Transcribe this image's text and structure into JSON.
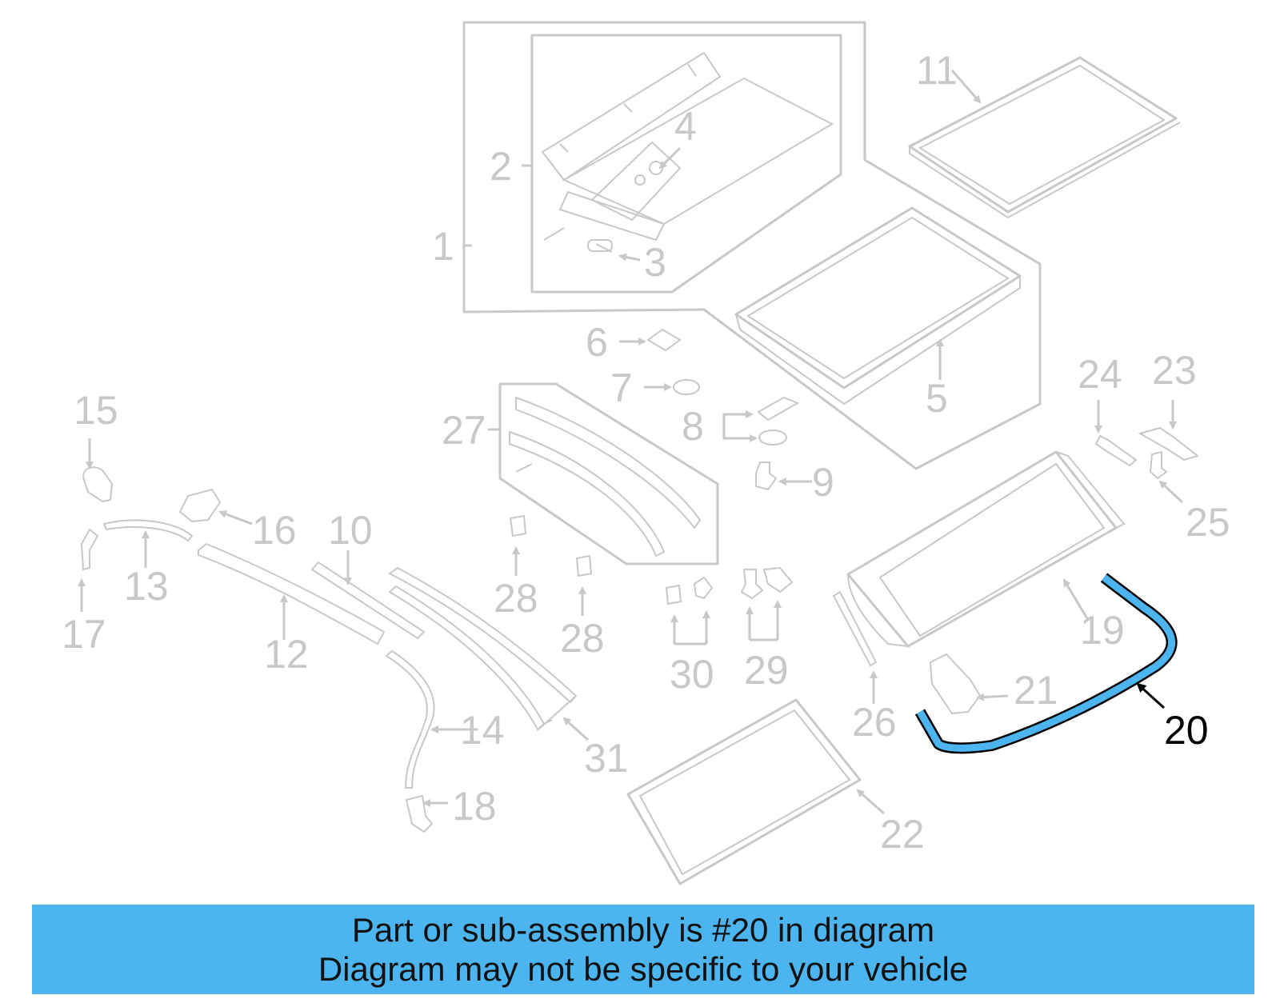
{
  "diagram": {
    "labels": [
      "1",
      "2",
      "3",
      "4",
      "5",
      "6",
      "7",
      "8",
      "9",
      "10",
      "11",
      "12",
      "13",
      "14",
      "15",
      "16",
      "17",
      "18",
      "19",
      "20",
      "21",
      "22",
      "23",
      "24",
      "25",
      "26",
      "27",
      "28",
      "28",
      "29",
      "30",
      "31"
    ],
    "highlighted_part": "20",
    "highlight_color": "#4cb5f0",
    "part_color": "#c8c8c8"
  },
  "banner": {
    "line1": "Part or sub-assembly is #20 in diagram",
    "line2": "Diagram may not be specific to your vehicle",
    "color": "#4cb5f0"
  }
}
